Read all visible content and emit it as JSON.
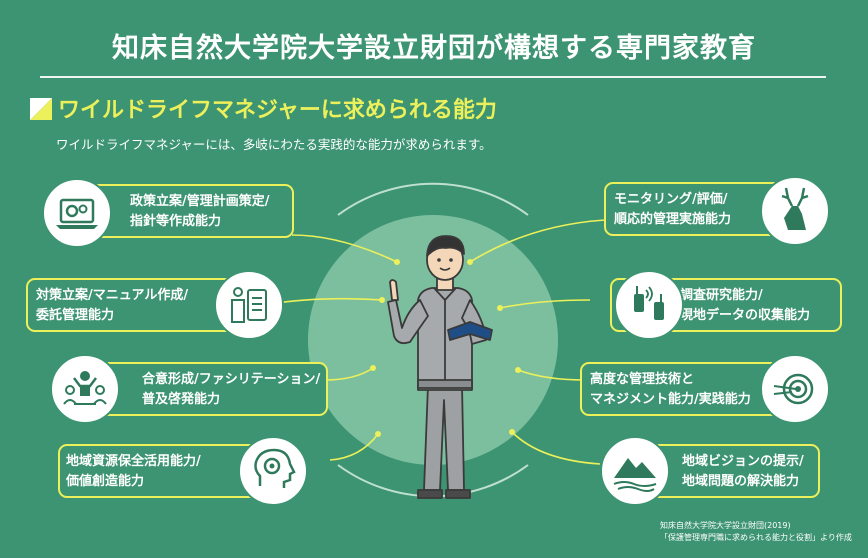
{
  "title": "知床自然大学院大学設立財団が構想する専門家教育",
  "subtitle": "ワイルドライフマネジャーに求められる能力",
  "lead": "ワイルドライフマネジャーには、多岐にわたる実践的な能力が求められます。",
  "left_items": [
    {
      "line1": "政策立案/管理計画策定/",
      "line2": "指針等作成能力",
      "icon": "laptop-gear-icon"
    },
    {
      "line1": "対策立案/マニュアル作成/",
      "line2": "委託管理能力",
      "icon": "clipboard-person-icon"
    },
    {
      "line1": "合意形成/ファシリテーション/",
      "line2": "普及啓発能力",
      "icon": "group-meeting-icon"
    },
    {
      "line1": "地域資源保全活用能力/",
      "line2": "価値創造能力",
      "icon": "head-gear-icon"
    }
  ],
  "right_items": [
    {
      "line1": "モニタリング/評価/",
      "line2": "順応的管理実施能力",
      "icon": "deer-icon"
    },
    {
      "line1": "調査研究能力/",
      "line2": "現地データの収集能力",
      "icon": "radio-transceiver-icon"
    },
    {
      "line1": "高度な管理技術と",
      "line2": "マネジメント能力/実践能力",
      "icon": "target-arrows-icon"
    },
    {
      "line1": "地域ビジョンの提示/",
      "line2": "地域問題の解決能力",
      "icon": "mountain-landscape-icon"
    }
  ],
  "source": {
    "line1": "知床自然大学院大学設立財団(2019)",
    "line2": "「保護管理専門職に求められる能力と役割」より作成"
  },
  "colors": {
    "background": "#3d9472",
    "accent": "#ecf05a",
    "circle": "#7cbf9f",
    "white": "#ffffff"
  }
}
